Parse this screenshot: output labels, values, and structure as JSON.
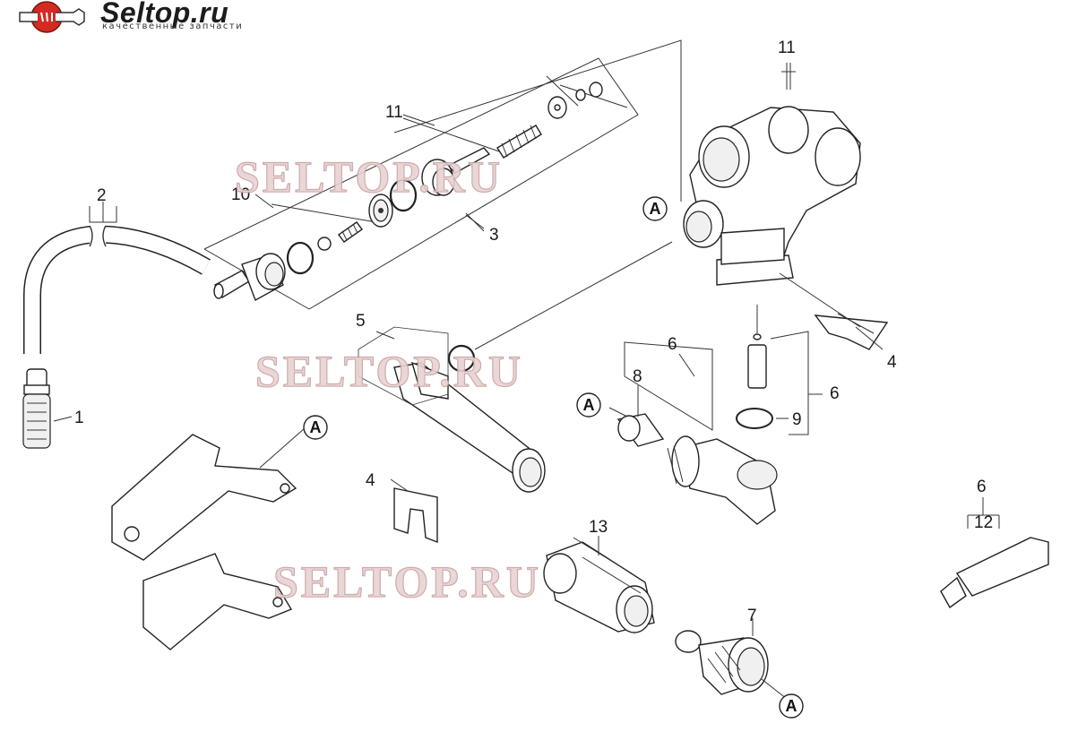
{
  "logo": {
    "title": "Seltop.ru",
    "subtitle": "качественные запчасти"
  },
  "watermarks": [
    "SELTOP.RU",
    "SELTOP.RU",
    "SELTOP.RU"
  ],
  "callouts": {
    "a1": "A",
    "a2": "A",
    "a3": "A",
    "a4": "A"
  },
  "labels": {
    "l1": "1",
    "l2": "2",
    "l3": "3",
    "l4a": "4",
    "l4b": "4",
    "l5": "5",
    "l6a": "6",
    "l6b": "6",
    "l6c": "6",
    "l7": "7",
    "l8": "8",
    "l9": "9",
    "l10": "10",
    "l11a": "11",
    "l11b": "11",
    "l12": "12",
    "l13": "13"
  },
  "colors": {
    "logo_red": "#d42a22",
    "watermark": "#e8d2d2"
  }
}
